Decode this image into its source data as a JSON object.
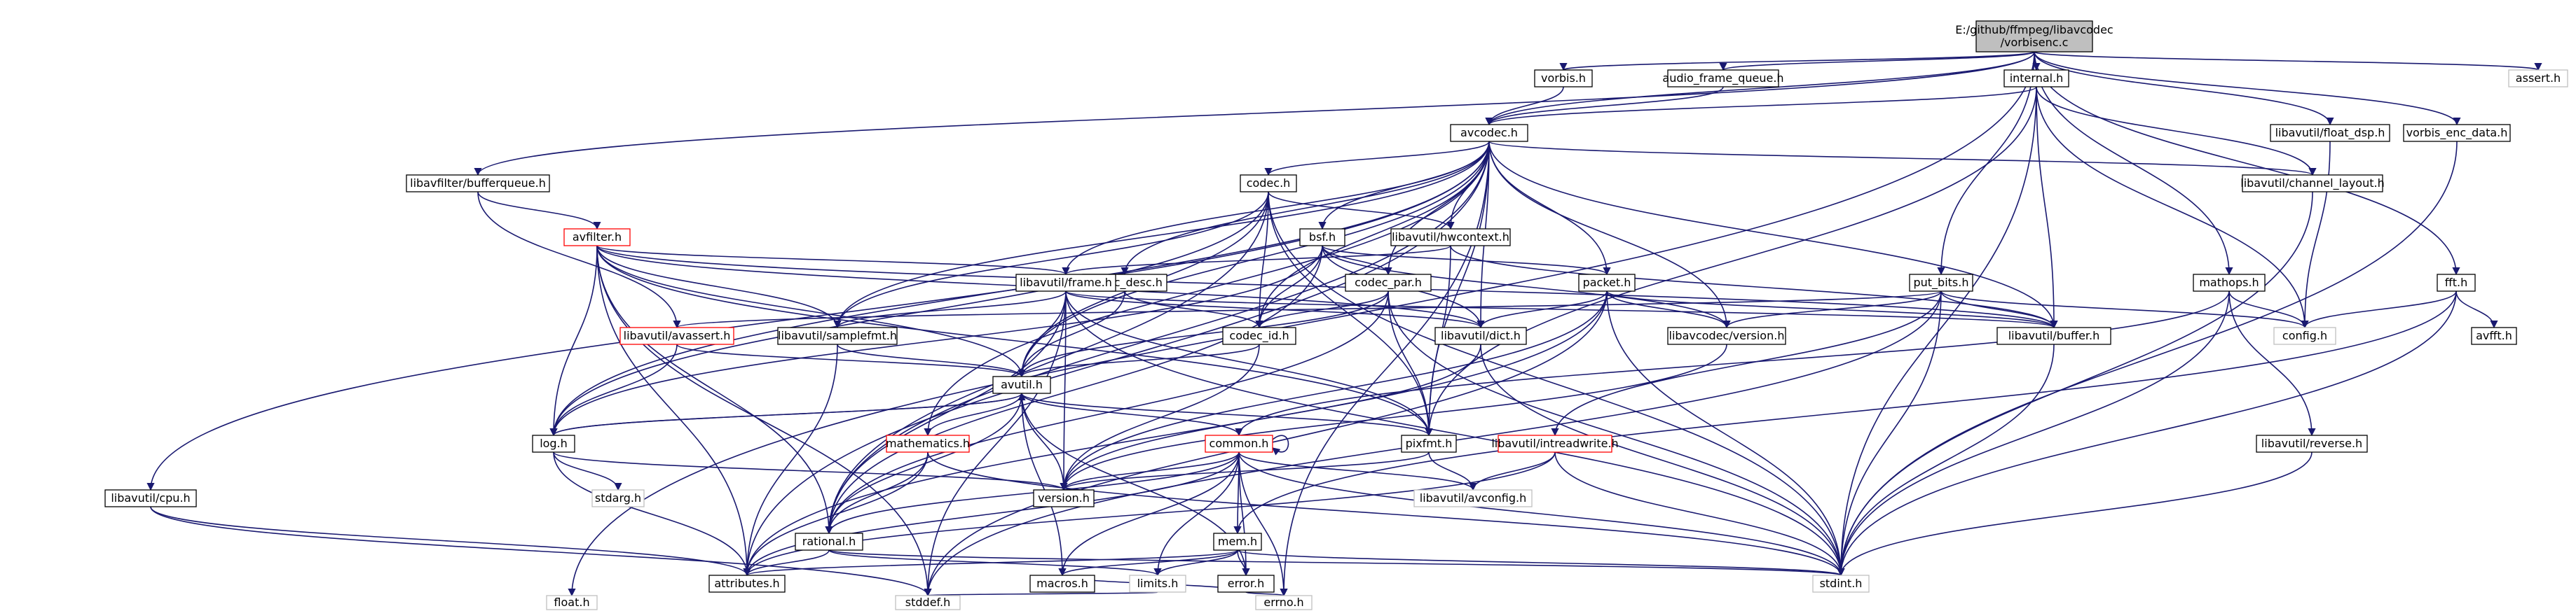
{
  "graph": {
    "title": "E:/github/ffmpeg/libavcodec/vorbisenc.c",
    "nodes": [
      {
        "id": "root",
        "lines": [
          "E:/github/ffmpeg/libavcodec",
          "/vorbisenc.c"
        ],
        "style": "root"
      },
      {
        "id": "vorbis",
        "lines": [
          "vorbis.h"
        ],
        "style": "normal"
      },
      {
        "id": "audio_frame_queue",
        "lines": [
          "audio_frame_queue.h"
        ],
        "style": "normal"
      },
      {
        "id": "internal",
        "lines": [
          "internal.h"
        ],
        "style": "normal"
      },
      {
        "id": "assert",
        "lines": [
          "assert.h"
        ],
        "style": "gray"
      },
      {
        "id": "avcodec",
        "lines": [
          "avcodec.h"
        ],
        "style": "normal"
      },
      {
        "id": "float_dsp",
        "lines": [
          "libavutil/float_dsp.h"
        ],
        "style": "normal"
      },
      {
        "id": "vorbis_enc_data",
        "lines": [
          "vorbis_enc_data.h"
        ],
        "style": "normal"
      },
      {
        "id": "bufferqueue",
        "lines": [
          "libavfilter/bufferqueue.h"
        ],
        "style": "normal"
      },
      {
        "id": "codec",
        "lines": [
          "codec.h"
        ],
        "style": "normal"
      },
      {
        "id": "channel_layout",
        "lines": [
          "libavutil/channel_layout.h"
        ],
        "style": "normal"
      },
      {
        "id": "avfilter",
        "lines": [
          "avfilter.h"
        ],
        "style": "red"
      },
      {
        "id": "bsf",
        "lines": [
          "bsf.h"
        ],
        "style": "normal"
      },
      {
        "id": "hwcontext",
        "lines": [
          "libavutil/hwcontext.h"
        ],
        "style": "normal"
      },
      {
        "id": "codec_desc",
        "lines": [
          "codec_desc.h"
        ],
        "style": "normal"
      },
      {
        "id": "frame",
        "lines": [
          "libavutil/frame.h"
        ],
        "style": "normal"
      },
      {
        "id": "packet",
        "lines": [
          "packet.h"
        ],
        "style": "normal"
      },
      {
        "id": "put_bits",
        "lines": [
          "put_bits.h"
        ],
        "style": "normal"
      },
      {
        "id": "mathops",
        "lines": [
          "mathops.h"
        ],
        "style": "normal"
      },
      {
        "id": "fft",
        "lines": [
          "fft.h"
        ],
        "style": "normal"
      },
      {
        "id": "codec_par",
        "lines": [
          "codec_par.h"
        ],
        "style": "normal"
      },
      {
        "id": "codec_id",
        "lines": [
          "codec_id.h"
        ],
        "style": "normal"
      },
      {
        "id": "avassert",
        "lines": [
          "libavutil/avassert.h"
        ],
        "style": "red"
      },
      {
        "id": "samplefmt",
        "lines": [
          "libavutil/samplefmt.h"
        ],
        "style": "normal"
      },
      {
        "id": "dict",
        "lines": [
          "libavutil/dict.h"
        ],
        "style": "normal"
      },
      {
        "id": "lavc_version",
        "lines": [
          "libavcodec/version.h"
        ],
        "style": "normal"
      },
      {
        "id": "buffer",
        "lines": [
          "libavutil/buffer.h"
        ],
        "style": "normal"
      },
      {
        "id": "config",
        "lines": [
          "config.h"
        ],
        "style": "gray"
      },
      {
        "id": "avfft",
        "lines": [
          "avfft.h"
        ],
        "style": "normal"
      },
      {
        "id": "avutil",
        "lines": [
          "avutil.h"
        ],
        "style": "normal"
      },
      {
        "id": "log",
        "lines": [
          "log.h"
        ],
        "style": "normal"
      },
      {
        "id": "mathematics",
        "lines": [
          "mathematics.h"
        ],
        "style": "red"
      },
      {
        "id": "common",
        "lines": [
          "common.h"
        ],
        "style": "red"
      },
      {
        "id": "pixfmt",
        "lines": [
          "pixfmt.h"
        ],
        "style": "normal"
      },
      {
        "id": "intreadwrite",
        "lines": [
          "libavutil/intreadwrite.h"
        ],
        "style": "red"
      },
      {
        "id": "reverse",
        "lines": [
          "libavutil/reverse.h"
        ],
        "style": "normal"
      },
      {
        "id": "cpu",
        "lines": [
          "libavutil/cpu.h"
        ],
        "style": "normal"
      },
      {
        "id": "stdarg",
        "lines": [
          "stdarg.h"
        ],
        "style": "gray"
      },
      {
        "id": "version",
        "lines": [
          "version.h"
        ],
        "style": "normal"
      },
      {
        "id": "avconfig",
        "lines": [
          "libavutil/avconfig.h"
        ],
        "style": "gray"
      },
      {
        "id": "rational",
        "lines": [
          "rational.h"
        ],
        "style": "normal"
      },
      {
        "id": "mem",
        "lines": [
          "mem.h"
        ],
        "style": "normal"
      },
      {
        "id": "attributes",
        "lines": [
          "attributes.h"
        ],
        "style": "normal"
      },
      {
        "id": "macros",
        "lines": [
          "macros.h"
        ],
        "style": "normal"
      },
      {
        "id": "limits",
        "lines": [
          "limits.h"
        ],
        "style": "gray"
      },
      {
        "id": "error",
        "lines": [
          "error.h"
        ],
        "style": "normal"
      },
      {
        "id": "stdint",
        "lines": [
          "stdint.h"
        ],
        "style": "gray"
      },
      {
        "id": "float",
        "lines": [
          "float.h"
        ],
        "style": "gray"
      },
      {
        "id": "stddef",
        "lines": [
          "stddef.h"
        ],
        "style": "gray"
      },
      {
        "id": "errno",
        "lines": [
          "errno.h"
        ],
        "style": "gray"
      }
    ],
    "edges": [
      [
        "root",
        "vorbis"
      ],
      [
        "root",
        "audio_frame_queue"
      ],
      [
        "root",
        "internal"
      ],
      [
        "root",
        "assert"
      ],
      [
        "root",
        "avcodec"
      ],
      [
        "root",
        "float_dsp"
      ],
      [
        "root",
        "vorbis_enc_data"
      ],
      [
        "root",
        "bufferqueue"
      ],
      [
        "root",
        "put_bits"
      ],
      [
        "root",
        "mathops"
      ],
      [
        "root",
        "fft"
      ],
      [
        "root",
        "float"
      ],
      [
        "vorbis",
        "avcodec"
      ],
      [
        "audio_frame_queue",
        "avcodec"
      ],
      [
        "internal",
        "avcodec"
      ],
      [
        "internal",
        "channel_layout"
      ],
      [
        "internal",
        "buffer"
      ],
      [
        "internal",
        "pixfmt"
      ],
      [
        "internal",
        "config"
      ],
      [
        "internal",
        "stdint"
      ],
      [
        "avcodec",
        "codec"
      ],
      [
        "avcodec",
        "channel_layout"
      ],
      [
        "avcodec",
        "bsf"
      ],
      [
        "avcodec",
        "hwcontext"
      ],
      [
        "avcodec",
        "codec_desc"
      ],
      [
        "avcodec",
        "frame"
      ],
      [
        "avcodec",
        "packet"
      ],
      [
        "avcodec",
        "codec_par"
      ],
      [
        "avcodec",
        "codec_id"
      ],
      [
        "avcodec",
        "samplefmt"
      ],
      [
        "avcodec",
        "dict"
      ],
      [
        "avcodec",
        "lavc_version"
      ],
      [
        "avcodec",
        "buffer"
      ],
      [
        "avcodec",
        "avutil"
      ],
      [
        "avcodec",
        "log"
      ],
      [
        "avcodec",
        "rational"
      ],
      [
        "avcodec",
        "attributes"
      ],
      [
        "avcodec",
        "cpu"
      ],
      [
        "avcodec",
        "pixfmt"
      ],
      [
        "avcodec",
        "mathematics"
      ],
      [
        "avcodec",
        "errno"
      ],
      [
        "float_dsp",
        "config"
      ],
      [
        "vorbis_enc_data",
        "stdint"
      ],
      [
        "bufferqueue",
        "avfilter"
      ],
      [
        "bufferqueue",
        "avassert"
      ],
      [
        "codec",
        "hwcontext"
      ],
      [
        "codec",
        "samplefmt"
      ],
      [
        "codec",
        "codec_id"
      ],
      [
        "codec",
        "avutil"
      ],
      [
        "codec",
        "rational"
      ],
      [
        "codec",
        "log"
      ],
      [
        "codec",
        "pixfmt"
      ],
      [
        "codec",
        "stdint"
      ],
      [
        "channel_layout",
        "stdint"
      ],
      [
        "avfilter",
        "frame"
      ],
      [
        "avfilter",
        "samplefmt"
      ],
      [
        "avfilter",
        "dict"
      ],
      [
        "avfilter",
        "log"
      ],
      [
        "avfilter",
        "rational"
      ],
      [
        "avfilter",
        "avutil"
      ],
      [
        "avfilter",
        "buffer"
      ],
      [
        "avfilter",
        "pixfmt"
      ],
      [
        "avfilter",
        "attributes"
      ],
      [
        "avfilter",
        "stddef"
      ],
      [
        "bsf",
        "packet"
      ],
      [
        "bsf",
        "codec_par"
      ],
      [
        "bsf",
        "codec_id"
      ],
      [
        "bsf",
        "dict"
      ],
      [
        "bsf",
        "log"
      ],
      [
        "bsf",
        "rational"
      ],
      [
        "bsf",
        "lavc_version"
      ],
      [
        "hwcontext",
        "buffer"
      ],
      [
        "hwcontext",
        "frame"
      ],
      [
        "hwcontext",
        "pixfmt"
      ],
      [
        "codec_desc",
        "codec_id"
      ],
      [
        "codec_desc",
        "avutil"
      ],
      [
        "frame",
        "avutil"
      ],
      [
        "frame",
        "buffer"
      ],
      [
        "frame",
        "dict"
      ],
      [
        "frame",
        "rational"
      ],
      [
        "frame",
        "samplefmt"
      ],
      [
        "frame",
        "pixfmt"
      ],
      [
        "frame",
        "version"
      ],
      [
        "frame",
        "stdint"
      ],
      [
        "frame",
        "stddef"
      ],
      [
        "packet",
        "buffer"
      ],
      [
        "packet",
        "dict"
      ],
      [
        "packet",
        "lavc_version"
      ],
      [
        "packet",
        "attributes"
      ],
      [
        "packet",
        "version"
      ],
      [
        "packet",
        "stdint"
      ],
      [
        "packet",
        "stddef"
      ],
      [
        "put_bits",
        "stdint"
      ],
      [
        "put_bits",
        "stddef"
      ],
      [
        "put_bits",
        "config"
      ],
      [
        "put_bits",
        "buffer"
      ],
      [
        "put_bits",
        "lavc_version"
      ],
      [
        "put_bits",
        "intreadwrite"
      ],
      [
        "put_bits",
        "avassert"
      ],
      [
        "mathops",
        "config"
      ],
      [
        "mathops",
        "stdint"
      ],
      [
        "mathops",
        "reverse"
      ],
      [
        "mathops",
        "common"
      ],
      [
        "fft",
        "config"
      ],
      [
        "fft",
        "avfft"
      ],
      [
        "fft",
        "stdint"
      ],
      [
        "fft",
        "mem"
      ],
      [
        "codec_par",
        "avutil"
      ],
      [
        "codec_par",
        "rational"
      ],
      [
        "codec_par",
        "pixfmt"
      ],
      [
        "codec_par",
        "codec_id"
      ],
      [
        "codec_par",
        "stdint"
      ],
      [
        "codec_id",
        "avutil"
      ],
      [
        "codec_id",
        "version"
      ],
      [
        "avassert",
        "avutil"
      ],
      [
        "avassert",
        "log"
      ],
      [
        "samplefmt",
        "avutil"
      ],
      [
        "samplefmt",
        "attributes"
      ],
      [
        "dict",
        "stdint"
      ],
      [
        "dict",
        "version"
      ],
      [
        "lavc_version",
        "version"
      ],
      [
        "buffer",
        "stdint"
      ],
      [
        "reverse",
        "stdint"
      ],
      [
        "avutil",
        "common"
      ],
      [
        "avutil",
        "error"
      ],
      [
        "avutil",
        "rational"
      ],
      [
        "avutil",
        "version"
      ],
      [
        "avutil",
        "macros"
      ],
      [
        "avutil",
        "mathematics"
      ],
      [
        "avutil",
        "log"
      ],
      [
        "avutil",
        "pixfmt"
      ],
      [
        "log",
        "avutil"
      ],
      [
        "log",
        "attributes"
      ],
      [
        "log",
        "version"
      ],
      [
        "log",
        "stdarg"
      ],
      [
        "mathematics",
        "stdint"
      ],
      [
        "mathematics",
        "attributes"
      ],
      [
        "mathematics",
        "rational"
      ],
      [
        "common",
        "attributes"
      ],
      [
        "common",
        "macros"
      ],
      [
        "common",
        "version"
      ],
      [
        "common",
        "mem"
      ],
      [
        "common",
        "error"
      ],
      [
        "common",
        "limits"
      ],
      [
        "common",
        "stdint"
      ],
      [
        "common",
        "errno"
      ],
      [
        "common",
        "avconfig"
      ],
      [
        "common",
        "common"
      ],
      [
        "common",
        "rational"
      ],
      [
        "pixfmt",
        "avconfig"
      ],
      [
        "pixfmt",
        "version"
      ],
      [
        "intreadwrite",
        "stdint"
      ],
      [
        "intreadwrite",
        "avconfig"
      ],
      [
        "intreadwrite",
        "attributes"
      ],
      [
        "cpu",
        "attributes"
      ],
      [
        "cpu",
        "stddef"
      ],
      [
        "rational",
        "attributes"
      ],
      [
        "rational",
        "limits"
      ],
      [
        "rational",
        "stdint"
      ],
      [
        "mem",
        "attributes"
      ],
      [
        "mem",
        "error"
      ],
      [
        "mem",
        "macros"
      ],
      [
        "mem",
        "limits"
      ],
      [
        "mem",
        "stdint"
      ],
      [
        "error",
        "errno"
      ],
      [
        "error",
        "macros"
      ],
      [
        "limits",
        "stddef"
      ]
    ]
  }
}
